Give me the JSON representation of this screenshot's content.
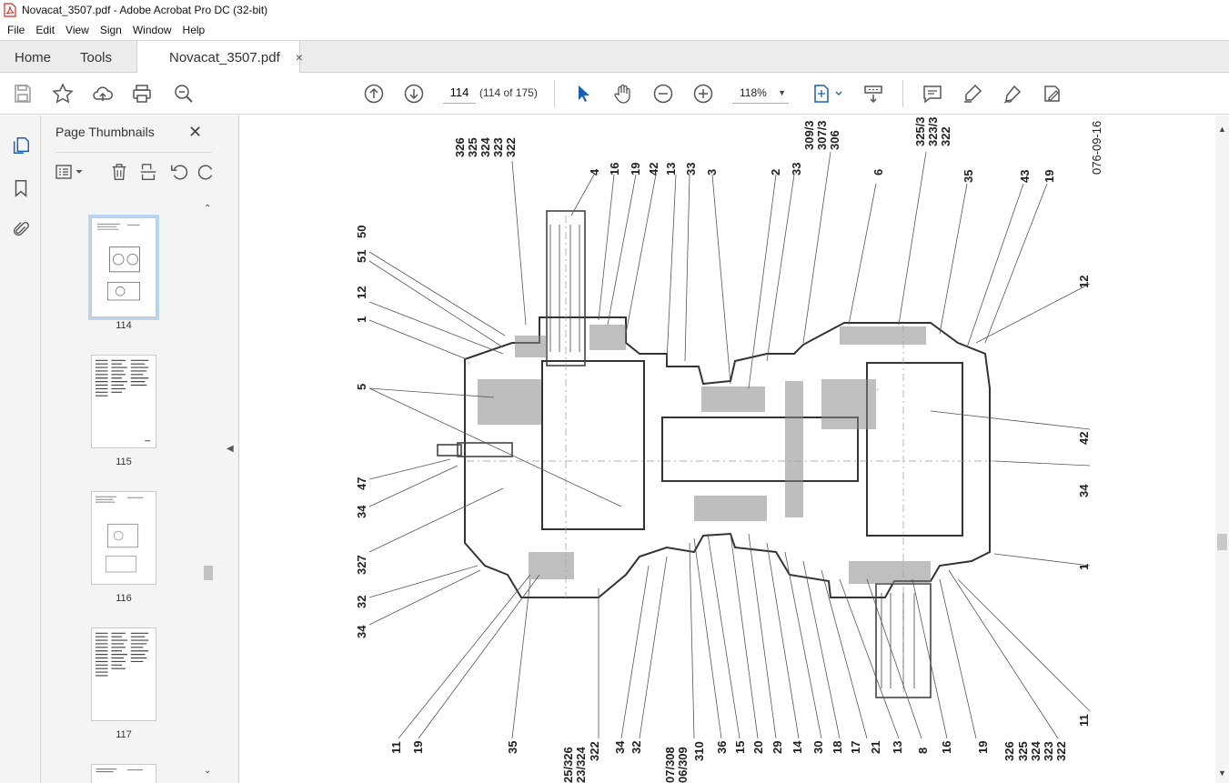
{
  "window": {
    "title": "Novacat_3507.pdf - Adobe Acrobat Pro DC (32-bit)"
  },
  "menu": [
    "File",
    "Edit",
    "View",
    "Sign",
    "Window",
    "Help"
  ],
  "tabs": {
    "home": "Home",
    "tools": "Tools",
    "document": "Novacat_3507.pdf",
    "close_glyph": "×"
  },
  "toolbar": {
    "page_current": "114",
    "page_count": "(114 of 175)",
    "zoom": "118%",
    "icons": [
      "save-icon",
      "bookmark-star-icon",
      "upload-icon",
      "print-icon",
      "find-icon",
      "page-up-icon",
      "page-down-icon",
      "select-arrow-icon",
      "hand-icon",
      "zoom-out-icon",
      "zoom-in-icon",
      "fit-page-icon",
      "scroll-mode-icon",
      "comment-icon",
      "highlight-icon",
      "sign-icon",
      "fill-sign-icon"
    ]
  },
  "sidebar": {
    "title": "Page Thumbnails",
    "thumbnails": [
      {
        "label": "114",
        "selected": true
      },
      {
        "label": "115",
        "selected": false
      },
      {
        "label": "116",
        "selected": false
      },
      {
        "label": "117",
        "selected": false
      }
    ]
  },
  "drawing": {
    "doc_code": "076-09-16",
    "callouts_top": [
      "326",
      "325",
      "324",
      "323",
      "322",
      "4",
      "16",
      "19",
      "42",
      "13",
      "33",
      "3",
      "2",
      "33",
      "309/3",
      "307/3",
      "306",
      "6",
      "325/3",
      "323/3",
      "322",
      "35",
      "43",
      "19"
    ],
    "callouts_left": [
      "50",
      "51",
      "12",
      "1",
      "5",
      "47",
      "34",
      "327",
      "32",
      "34"
    ],
    "callouts_right": [
      "12",
      "42",
      "34",
      "1",
      "11"
    ],
    "callouts_bottom": [
      "11",
      "19",
      "35",
      "25/326",
      "23/324",
      "322",
      "34",
      "32",
      "07/308",
      "06/309",
      "310",
      "36",
      "15",
      "20",
      "29",
      "14",
      "30",
      "18",
      "17",
      "21",
      "13",
      "8",
      "16",
      "19",
      "326",
      "325",
      "324",
      "323",
      "322"
    ]
  }
}
